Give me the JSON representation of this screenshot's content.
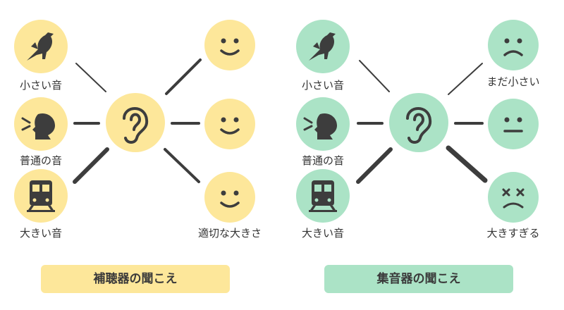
{
  "colors": {
    "hearing_aid": "#fde79a",
    "sound_collector": "#abe3c6",
    "icon": "#3d3d3d",
    "line": "#3d3d3d"
  },
  "left": {
    "inputs": [
      {
        "label": "小さい音",
        "icon": "bird-icon"
      },
      {
        "label": "普通の音",
        "icon": "speaking-person-icon"
      },
      {
        "label": "大きい音",
        "icon": "train-icon"
      }
    ],
    "center_icon": "ear-icon",
    "outputs": [
      {
        "label": "",
        "icon": "smile-face-icon"
      },
      {
        "label": "",
        "icon": "smile-face-icon"
      },
      {
        "label": "適切な大きさ",
        "icon": "smile-face-icon"
      }
    ],
    "caption": "補聴器の聞こえ"
  },
  "right": {
    "inputs": [
      {
        "label": "小さい音",
        "icon": "bird-icon"
      },
      {
        "label": "普通の音",
        "icon": "speaking-person-icon"
      },
      {
        "label": "大きい音",
        "icon": "train-icon"
      }
    ],
    "center_icon": "ear-icon",
    "outputs": [
      {
        "label": "まだ小さい",
        "icon": "sad-face-icon"
      },
      {
        "label": "",
        "icon": "neutral-face-icon"
      },
      {
        "label": "大きすぎる",
        "icon": "dizzy-face-icon"
      }
    ],
    "caption": "集音器の聞こえ"
  }
}
